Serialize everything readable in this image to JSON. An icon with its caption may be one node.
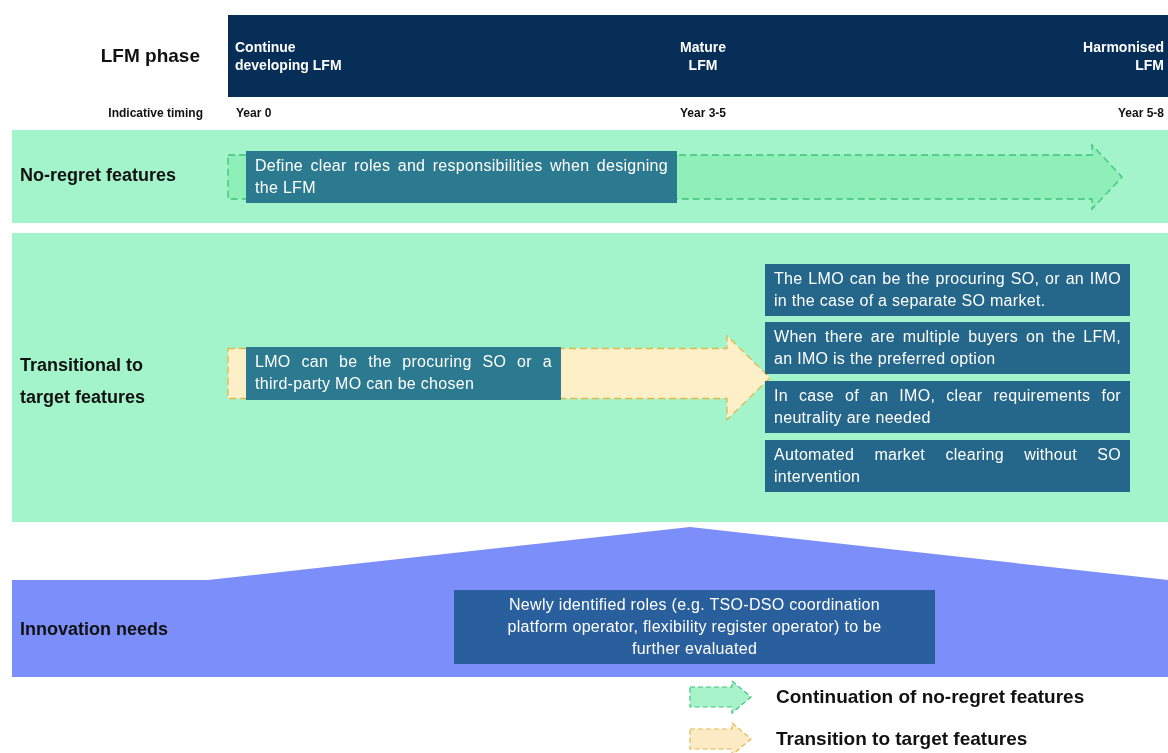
{
  "diagram": {
    "nodes": [
      {
        "text": [
          "No-regret features"
        ]
      },
      {
        "text": [
          "Define clear roles and responsibilities when designing the LFM"
        ],
        "in": 0
      },
      {
        "text": [
          "Transitional to target features"
        ]
      },
      {
        "text": [
          "LMO can be the procuring SO or a third-party MO can be chosen"
        ],
        "in": 2
      },
      {
        "text": [
          "The LMO can be the procuring SO, or an IMO in the case of a separate SO market."
        ],
        "in": 2
      },
      {
        "text": [
          "When there are multiple buyers on the LFM, an IMO is the preferred option"
        ],
        "in": 2
      },
      {
        "text": [
          "In case of an IMO, clear requirements for neutrality are needed"
        ],
        "in": 2
      },
      {
        "text": [
          "Automated market clearing without SO intervention"
        ],
        "in": 2
      },
      {
        "text": [
          "Innovation needs"
        ]
      },
      {
        "text": [
          "Newly identified roles (e.g. TSO-DSO coordination platform operator, flexibility register operator) to be further evaluated"
        ],
        "in": 8
      }
    ],
    "edges": [
      {
        "from": 1,
        "to": null,
        "arrow": "to",
        "style": "dashed",
        "color": "#3fc27a"
      },
      {
        "from": 3,
        "to": 4,
        "arrow": "to",
        "style": "dashed",
        "color": "#e0b84a"
      },
      {
        "from": 3,
        "to": 5,
        "arrow": "to",
        "style": "dashed",
        "color": "#e0b84a"
      },
      {
        "from": 3,
        "to": 6,
        "arrow": "to",
        "style": "dashed",
        "color": "#e0b84a"
      },
      {
        "from": 3,
        "to": 7,
        "arrow": "to",
        "style": "dashed",
        "color": "#e0b84a"
      }
    ],
    "labels": [
      "LFM phase",
      "Continue developing LFM",
      "Mature LFM",
      "Harmonised LFM",
      "Indicative timing",
      "Year 0",
      "Year 3-5",
      "Year 5-8"
    ],
    "legend": [
      {
        "text": "Continuation of no-regret features"
      },
      {
        "text": "Transition to target features"
      }
    ]
  }
}
